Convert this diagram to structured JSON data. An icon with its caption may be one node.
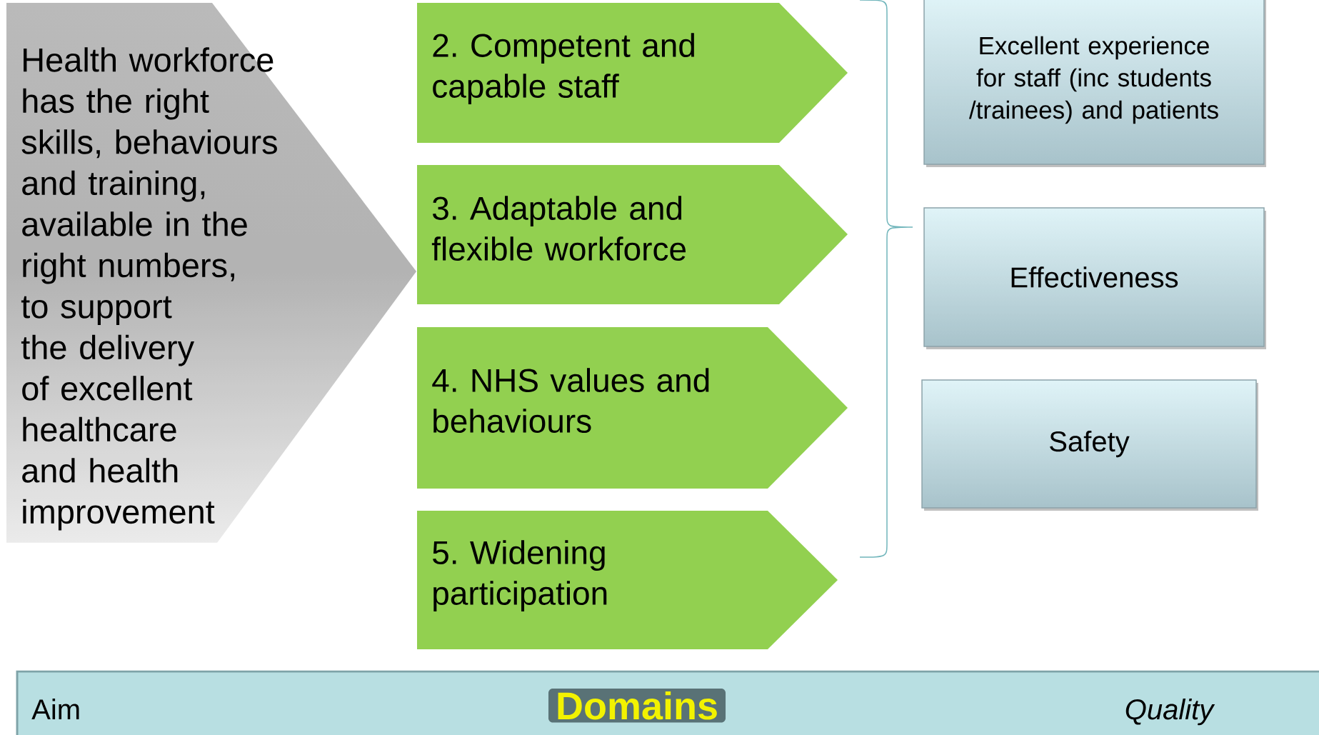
{
  "diagram": {
    "nodes": [
      {
        "text": [
          "Health workforce has the right skills, behaviours and training, available in the right numbers, to support the delivery of excellent healthcare and health improvement"
        ]
      },
      {
        "text": [
          "2. Competent and capable staff"
        ]
      },
      {
        "text": [
          "3. Adaptable and flexible workforce"
        ]
      },
      {
        "text": [
          "4. NHS values and behaviours"
        ]
      },
      {
        "text": [
          "5. Widening participation"
        ]
      },
      {
        "text": [
          "Excellent experience for staff (inc students /trainees) and patients"
        ]
      },
      {
        "text": [
          "Effectiveness"
        ]
      },
      {
        "text": [
          "Safety"
        ]
      },
      {
        "text": [
          "Aim",
          "Domains",
          "Quality"
        ]
      }
    ]
  }
}
